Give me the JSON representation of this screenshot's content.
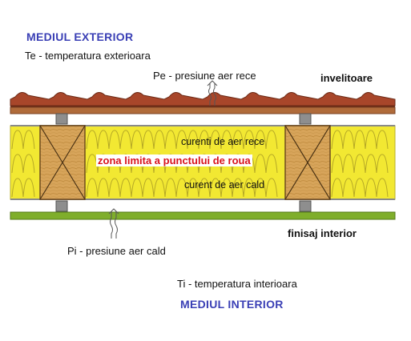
{
  "labels": {
    "exterior_title": "MEDIUL  EXTERIOR",
    "te": "Te - temperatura exterioara",
    "pe": "Pe - presiune aer rece",
    "invelitoare": "invelitoare",
    "curenti_rece": "curenti de aer rece",
    "zona": "zona limita a punctului de roua",
    "curent_cald": "curent de aer cald",
    "finisaj": "finisaj interior",
    "pi": "Pi - presiune aer cald",
    "ti": "Ti - temperatura interioara",
    "interior_title": "MEDIUL  INTERIOR"
  },
  "colors": {
    "heading": "#3a3fb5",
    "zone_text": "#d8141e",
    "tiles": "#a8462a",
    "batten": "#b06b3a",
    "insulation": "#f2e832",
    "rafter": "#d7a45a",
    "finish": "#7fae2b",
    "spacer": "#8e8e8e"
  },
  "icons": [
    "air-flow-arrow-icon",
    "air-flow-arrow-icon"
  ]
}
